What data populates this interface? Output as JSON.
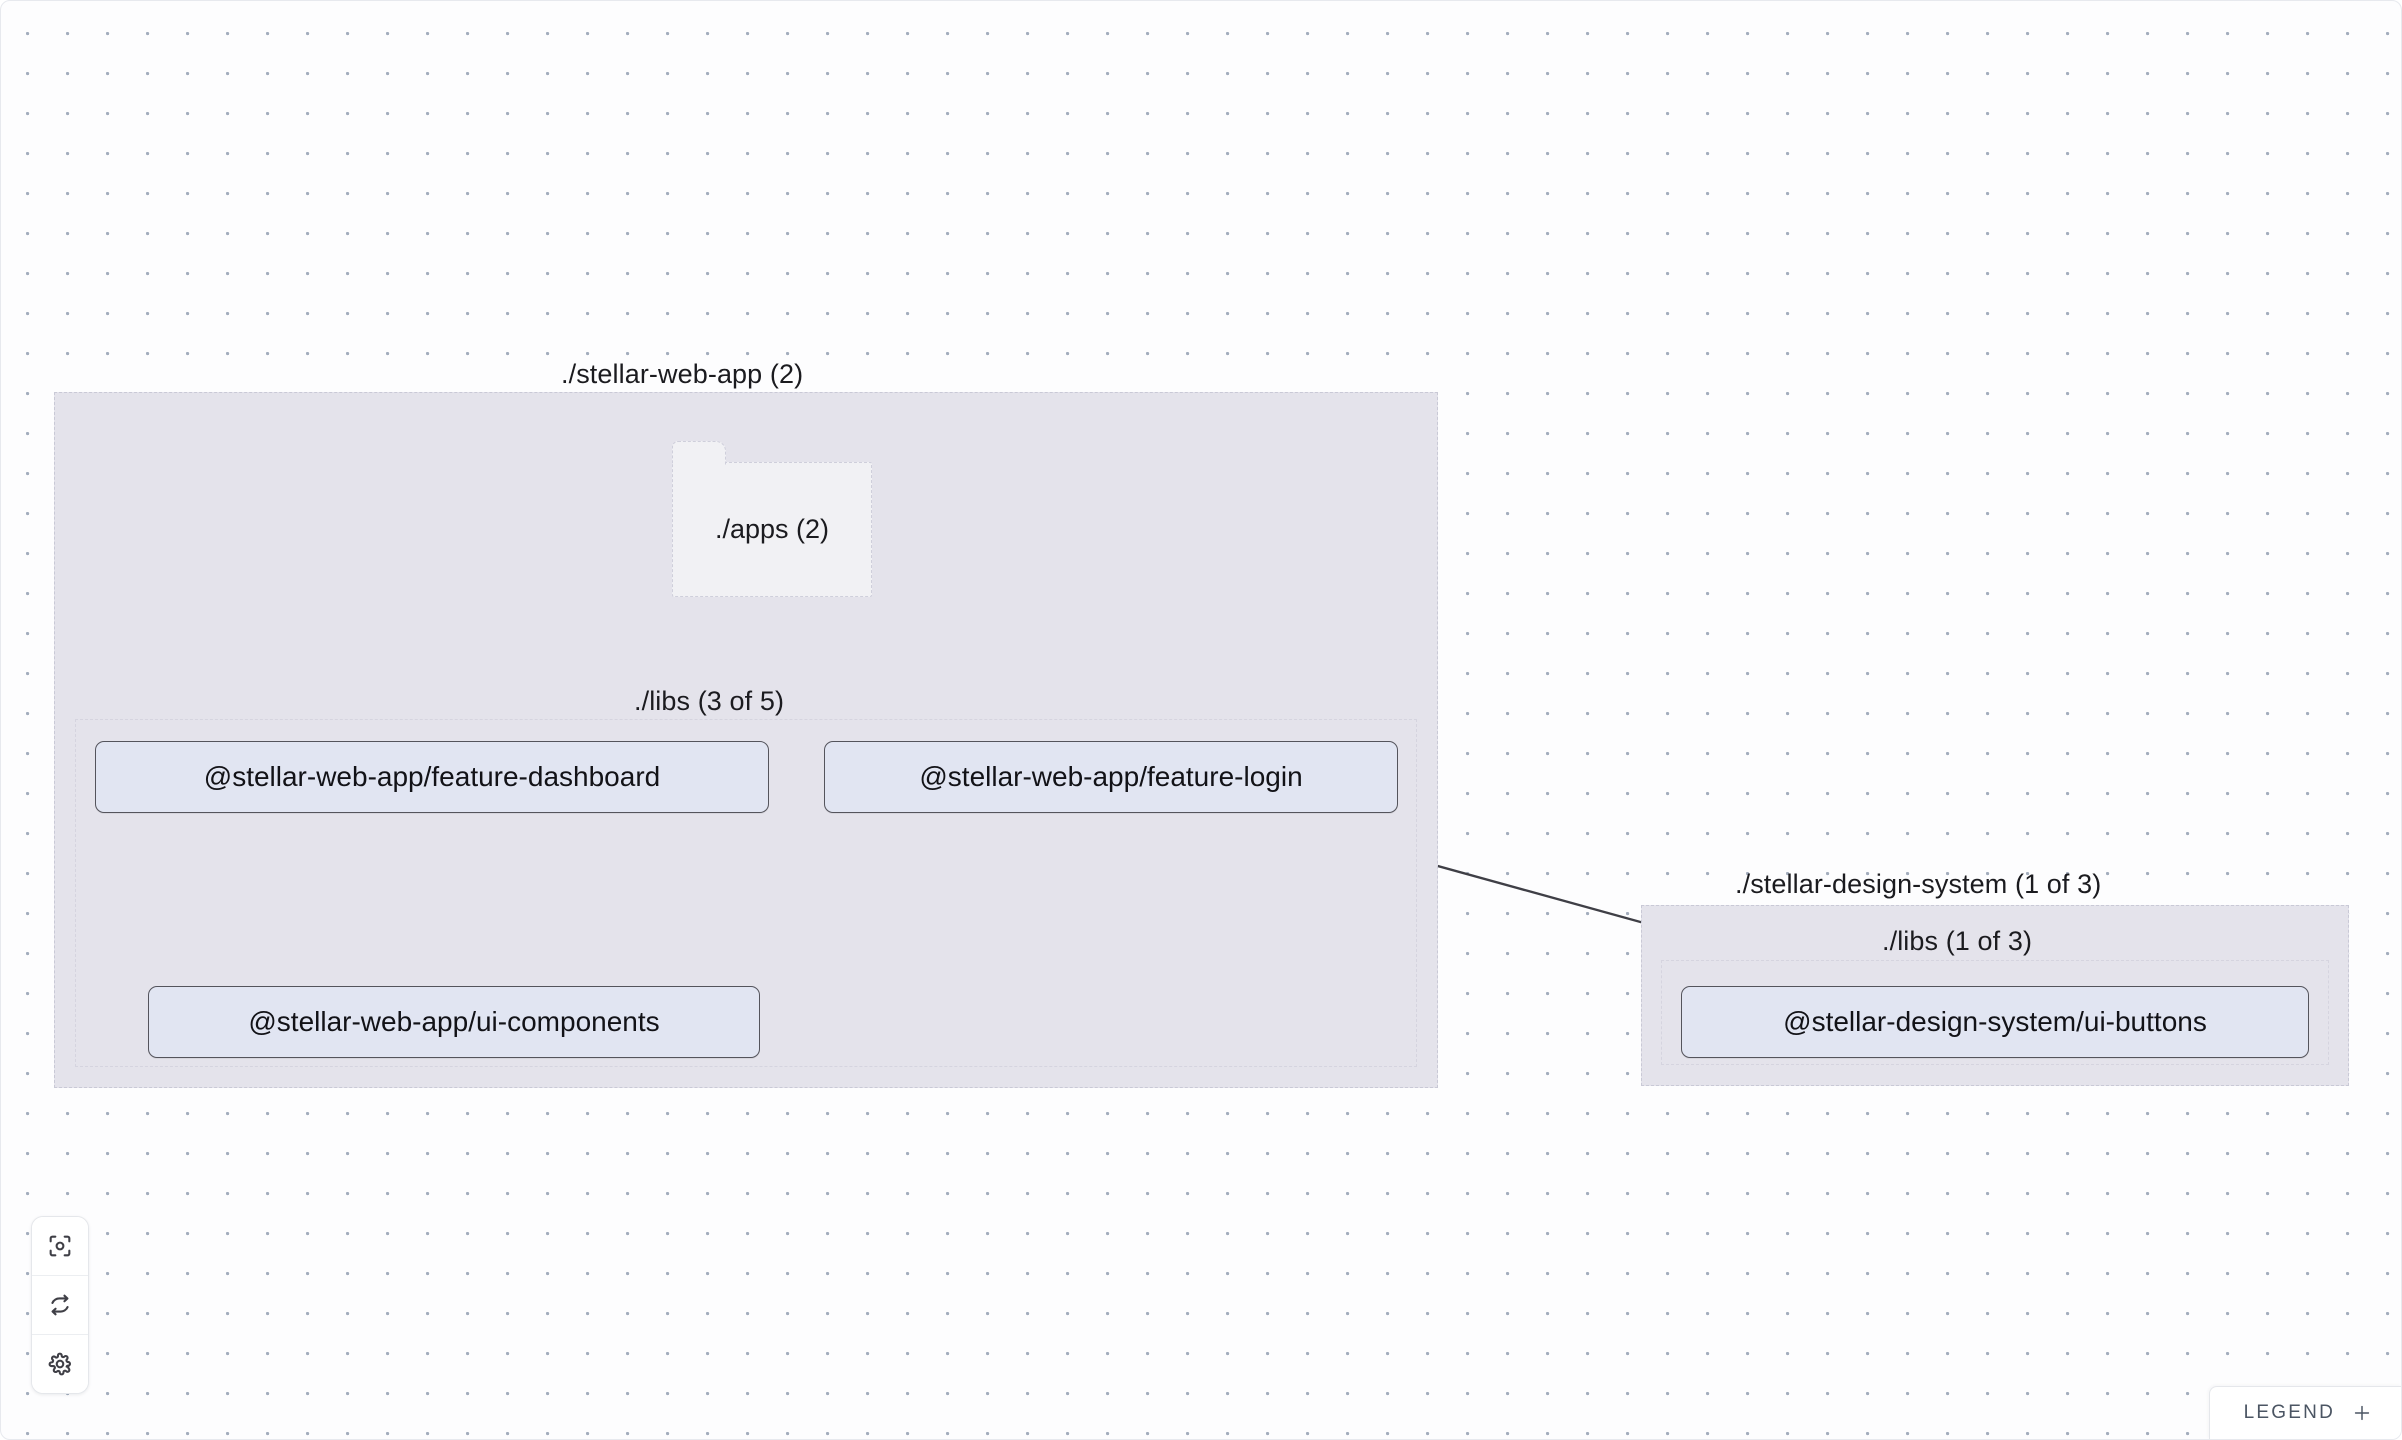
{
  "canvas": {
    "background_color": "#fdfdfe",
    "dot_color": "#a3adbd"
  },
  "graph": {
    "groups": [
      {
        "id": "stellar-web-app",
        "label": "./stellar-web-app (2)",
        "count_label": "(2)"
      },
      {
        "id": "stellar-web-app-libs",
        "label": "./libs (3 of 5)",
        "count_label": "(3 of 5)"
      },
      {
        "id": "stellar-design-system",
        "label": "./stellar-design-system (1 of 3)",
        "count_label": "(1 of 3)"
      },
      {
        "id": "stellar-design-system-libs",
        "label": "./libs (1 of 3)",
        "count_label": "(1 of 3)"
      }
    ],
    "folders": [
      {
        "id": "apps",
        "label": "./apps (2)"
      }
    ],
    "nodes": [
      {
        "id": "feature-dashboard",
        "label": "@stellar-web-app/feature-dashboard",
        "fill": "#e1e5f2"
      },
      {
        "id": "feature-login",
        "label": "@stellar-web-app/feature-login",
        "fill": "#e1e5f2"
      },
      {
        "id": "ui-components",
        "label": "@stellar-web-app/ui-components",
        "fill": "#e1e5f2"
      },
      {
        "id": "ui-buttons",
        "label": "@stellar-design-system/ui-buttons",
        "fill": "#e1e5f2"
      }
    ],
    "edges": [
      {
        "from": "apps",
        "to": "feature-dashboard",
        "style": "dashed"
      },
      {
        "from": "apps",
        "to": "feature-login",
        "style": "dashed"
      },
      {
        "from": "feature-dashboard",
        "to": "ui-components",
        "style": "solid"
      },
      {
        "from": "feature-login",
        "to": "ui-components",
        "style": "solid"
      },
      {
        "from": "feature-login",
        "to": "ui-buttons",
        "style": "solid"
      }
    ]
  },
  "toolbar": {
    "buttons": [
      {
        "id": "focus",
        "icon": "focus-target-icon",
        "title": "Focus graph"
      },
      {
        "id": "refresh",
        "icon": "refresh-icon",
        "title": "Refresh graph"
      },
      {
        "id": "settings",
        "icon": "gear-icon",
        "title": "Settings"
      }
    ]
  },
  "legend": {
    "label": "LEGEND",
    "toggle_icon": "plus-icon"
  }
}
